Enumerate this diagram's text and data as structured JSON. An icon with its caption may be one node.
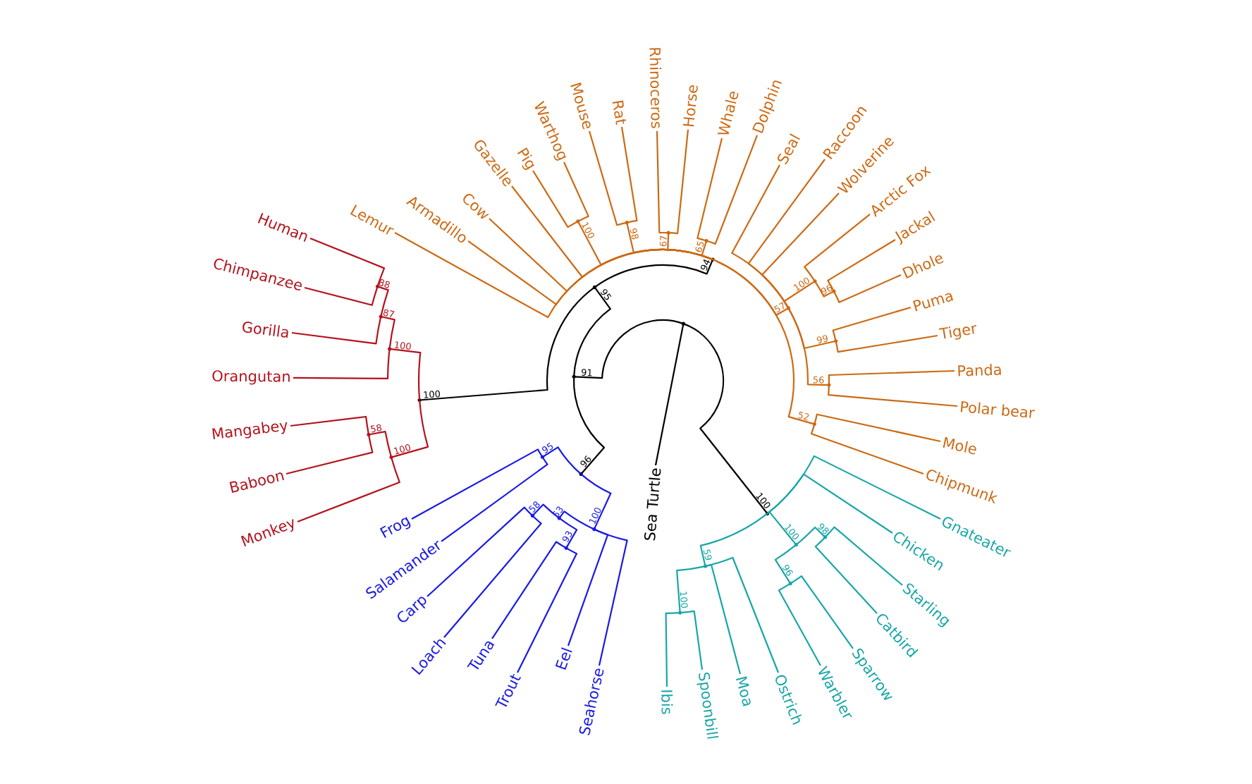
{
  "diagram": {
    "nodes": [
      {
        "text": [
          "Human"
        ]
      },
      {
        "text": [
          "Chimpanzee"
        ]
      },
      {
        "text": [
          "Gorilla"
        ]
      },
      {
        "text": [
          "Orangutan"
        ]
      },
      {
        "text": [
          "Mangabey"
        ]
      },
      {
        "text": [
          "Baboon"
        ]
      },
      {
        "text": [
          "Monkey"
        ]
      },
      {
        "text": [
          "Lemur"
        ]
      },
      {
        "text": [
          "Armadillo"
        ]
      },
      {
        "text": [
          "Cow"
        ]
      },
      {
        "text": [
          "Gazelle"
        ]
      },
      {
        "text": [
          "Pig"
        ]
      },
      {
        "text": [
          "Warthog"
        ]
      },
      {
        "text": [
          "Mouse"
        ]
      },
      {
        "text": [
          "Rat"
        ]
      },
      {
        "text": [
          "Rhinoceros"
        ]
      },
      {
        "text": [
          "Horse"
        ]
      },
      {
        "text": [
          "Whale"
        ]
      },
      {
        "text": [
          "Dolphin"
        ]
      },
      {
        "text": [
          "Seal"
        ]
      },
      {
        "text": [
          "Raccoon"
        ]
      },
      {
        "text": [
          "Wolverine"
        ]
      },
      {
        "text": [
          "Arctic Fox"
        ]
      },
      {
        "text": [
          "Jackal"
        ]
      },
      {
        "text": [
          "Dhole"
        ]
      },
      {
        "text": [
          "Puma"
        ]
      },
      {
        "text": [
          "Tiger"
        ]
      },
      {
        "text": [
          "Panda"
        ]
      },
      {
        "text": [
          "Polar bear"
        ]
      },
      {
        "text": [
          "Mole"
        ]
      },
      {
        "text": [
          "Chipmunk"
        ]
      },
      {
        "text": [
          "Gnateater"
        ]
      },
      {
        "text": [
          "Chicken"
        ]
      },
      {
        "text": [
          "Starling"
        ]
      },
      {
        "text": [
          "Catbird"
        ]
      },
      {
        "text": [
          "Sparrow"
        ]
      },
      {
        "text": [
          "Warbler"
        ]
      },
      {
        "text": [
          "Ostrich"
        ]
      },
      {
        "text": [
          "Moa"
        ]
      },
      {
        "text": [
          "Spoonbill"
        ]
      },
      {
        "text": [
          "Ibis"
        ]
      },
      {
        "text": [
          "Sea Turtle"
        ]
      },
      {
        "text": [
          "Frog"
        ]
      },
      {
        "text": [
          "Salamander"
        ]
      },
      {
        "text": [
          "Carp"
        ]
      },
      {
        "text": [
          "Loach"
        ]
      },
      {
        "text": [
          "Tuna"
        ]
      },
      {
        "text": [
          "Trout"
        ]
      },
      {
        "text": [
          "Eel"
        ]
      },
      {
        "text": [
          "Seahorse"
        ]
      },
      {
        "text": [],
        "shape": "point"
      },
      {
        "text": [],
        "shape": "point",
        "beside": [
          "91"
        ]
      },
      {
        "text": [],
        "shape": "point",
        "beside": [
          "95"
        ]
      },
      {
        "text": [],
        "shape": "point",
        "beside": [
          "100"
        ]
      },
      {
        "text": [],
        "shape": "point",
        "beside": [
          "100"
        ]
      },
      {
        "text": [],
        "shape": "point",
        "beside": [
          "87"
        ]
      },
      {
        "text": [],
        "shape": "point",
        "beside": [
          "88"
        ]
      },
      {
        "text": [],
        "shape": "point",
        "beside": [
          "100"
        ]
      },
      {
        "text": [],
        "shape": "point",
        "beside": [
          "58"
        ]
      },
      {
        "text": [],
        "shape": "point",
        "beside": [
          "94"
        ]
      },
      {
        "text": [],
        "shape": "point",
        "beside": [
          "100"
        ]
      },
      {
        "text": [],
        "shape": "point",
        "beside": [
          "98"
        ]
      },
      {
        "text": [],
        "shape": "point",
        "beside": [
          "67"
        ]
      },
      {
        "text": [],
        "shape": "point",
        "beside": [
          "65"
        ]
      },
      {
        "text": [],
        "shape": "point",
        "beside": [
          "57"
        ]
      },
      {
        "text": [],
        "shape": "point",
        "beside": [
          "100"
        ]
      },
      {
        "text": [],
        "shape": "point",
        "beside": [
          "96"
        ]
      },
      {
        "text": [],
        "shape": "point",
        "beside": [
          "99"
        ]
      },
      {
        "text": [],
        "shape": "point",
        "beside": [
          "56"
        ]
      },
      {
        "text": [],
        "shape": "point",
        "beside": [
          "52"
        ]
      },
      {
        "text": [],
        "shape": "point",
        "beside": [
          "96"
        ]
      },
      {
        "text": [],
        "shape": "point",
        "beside": [
          "95"
        ]
      },
      {
        "text": [],
        "shape": "point",
        "beside": [
          "100"
        ]
      },
      {
        "text": [],
        "shape": "point",
        "beside": [
          "53"
        ]
      },
      {
        "text": [],
        "shape": "point",
        "beside": [
          "58"
        ]
      },
      {
        "text": [],
        "shape": "point",
        "beside": [
          "93"
        ]
      },
      {
        "text": [],
        "shape": "point",
        "beside": [
          "100"
        ]
      },
      {
        "text": [],
        "shape": "point",
        "beside": [
          "100"
        ]
      },
      {
        "text": [],
        "shape": "point",
        "beside": [
          "96"
        ]
      },
      {
        "text": [],
        "shape": "point",
        "beside": [
          "98"
        ]
      },
      {
        "text": [],
        "shape": "point",
        "beside": [
          "59"
        ]
      },
      {
        "text": [],
        "shape": "point",
        "beside": [
          "100"
        ]
      }
    ],
    "edges": [
      {
        "from": 50,
        "to": 51,
        "arrow": "none",
        "color": "#000000"
      },
      {
        "from": 50,
        "to": 41,
        "arrow": "none",
        "color": "#000000"
      },
      {
        "from": 50,
        "to": 76,
        "arrow": "none",
        "color": "#000000"
      },
      {
        "from": 51,
        "to": 52,
        "arrow": "none",
        "color": "#000000"
      },
      {
        "from": 51,
        "to": 70,
        "arrow": "none",
        "color": "#000000"
      },
      {
        "from": 52,
        "to": 53,
        "arrow": "none",
        "color": "#000000"
      },
      {
        "from": 52,
        "to": 59,
        "arrow": "none",
        "color": "#000000"
      },
      {
        "from": 53,
        "to": 54,
        "arrow": "none",
        "color": "#b3131d"
      },
      {
        "from": 53,
        "to": 57,
        "arrow": "none",
        "color": "#b3131d"
      },
      {
        "from": 54,
        "to": 55,
        "arrow": "none",
        "color": "#b3131d"
      },
      {
        "from": 54,
        "to": 3,
        "arrow": "none",
        "color": "#b3131d"
      },
      {
        "from": 55,
        "to": 56,
        "arrow": "none",
        "color": "#b3131d"
      },
      {
        "from": 55,
        "to": 2,
        "arrow": "none",
        "color": "#b3131d"
      },
      {
        "from": 56,
        "to": 0,
        "arrow": "none",
        "color": "#b3131d"
      },
      {
        "from": 56,
        "to": 1,
        "arrow": "none",
        "color": "#b3131d"
      },
      {
        "from": 57,
        "to": 58,
        "arrow": "none",
        "color": "#b3131d"
      },
      {
        "from": 57,
        "to": 6,
        "arrow": "none",
        "color": "#b3131d"
      },
      {
        "from": 58,
        "to": 4,
        "arrow": "none",
        "color": "#b3131d"
      },
      {
        "from": 58,
        "to": 5,
        "arrow": "none",
        "color": "#b3131d"
      },
      {
        "from": 59,
        "to": 7,
        "arrow": "none"
      },
      {
        "from": 59,
        "to": 8,
        "arrow": "none"
      },
      {
        "from": 59,
        "to": 9,
        "arrow": "none"
      },
      {
        "from": 59,
        "to": 10,
        "arrow": "none"
      },
      {
        "from": 59,
        "to": 60,
        "arrow": "none"
      },
      {
        "from": 59,
        "to": 61,
        "arrow": "none"
      },
      {
        "from": 59,
        "to": 62,
        "arrow": "none"
      },
      {
        "from": 59,
        "to": 63,
        "arrow": "none"
      },
      {
        "from": 59,
        "to": 64,
        "arrow": "none"
      },
      {
        "from": 59,
        "to": 69,
        "arrow": "none"
      },
      {
        "from": 60,
        "to": 11,
        "arrow": "none"
      },
      {
        "from": 60,
        "to": 12,
        "arrow": "none"
      },
      {
        "from": 61,
        "to": 13,
        "arrow": "none"
      },
      {
        "from": 61,
        "to": 14,
        "arrow": "none"
      },
      {
        "from": 62,
        "to": 15,
        "arrow": "none"
      },
      {
        "from": 62,
        "to": 16,
        "arrow": "none"
      },
      {
        "from": 63,
        "to": 17,
        "arrow": "none"
      },
      {
        "from": 63,
        "to": 18,
        "arrow": "none"
      },
      {
        "from": 64,
        "to": 19,
        "arrow": "none"
      },
      {
        "from": 64,
        "to": 20,
        "arrow": "none"
      },
      {
        "from": 64,
        "to": 21,
        "arrow": "none"
      },
      {
        "from": 64,
        "to": 65,
        "arrow": "none"
      },
      {
        "from": 64,
        "to": 67,
        "arrow": "none"
      },
      {
        "from": 64,
        "to": 68,
        "arrow": "none"
      },
      {
        "from": 65,
        "to": 22,
        "arrow": "none"
      },
      {
        "from": 65,
        "to": 66,
        "arrow": "none"
      },
      {
        "from": 66,
        "to": 23,
        "arrow": "none"
      },
      {
        "from": 66,
        "to": 24,
        "arrow": "none"
      },
      {
        "from": 67,
        "to": 25,
        "arrow": "none"
      },
      {
        "from": 67,
        "to": 26,
        "arrow": "none"
      },
      {
        "from": 68,
        "to": 27,
        "arrow": "none"
      },
      {
        "from": 68,
        "to": 28,
        "arrow": "none"
      },
      {
        "from": 69,
        "to": 29,
        "arrow": "none"
      },
      {
        "from": 69,
        "to": 30,
        "arrow": "none"
      },
      {
        "from": 70,
        "to": 71,
        "arrow": "none",
        "color": "#1a1ae6"
      },
      {
        "from": 70,
        "to": 72,
        "arrow": "none",
        "color": "#1a1ae6"
      },
      {
        "from": 71,
        "to": 42,
        "arrow": "none",
        "color": "#1a1ae6"
      },
      {
        "from": 71,
        "to": 43,
        "arrow": "none",
        "color": "#1a1ae6"
      },
      {
        "from": 72,
        "to": 73,
        "arrow": "none",
        "color": "#1a1ae6"
      },
      {
        "from": 72,
        "to": 48,
        "arrow": "none",
        "color": "#1a1ae6"
      },
      {
        "from": 72,
        "to": 49,
        "arrow": "none",
        "color": "#1a1ae6"
      },
      {
        "from": 73,
        "to": 74,
        "arrow": "none",
        "color": "#1a1ae6"
      },
      {
        "from": 73,
        "to": 75,
        "arrow": "none",
        "color": "#1a1ae6"
      },
      {
        "from": 74,
        "to": 44,
        "arrow": "none",
        "color": "#1a1ae6"
      },
      {
        "from": 74,
        "to": 45,
        "arrow": "none",
        "color": "#1a1ae6"
      },
      {
        "from": 75,
        "to": 46,
        "arrow": "none",
        "color": "#1a1ae6"
      },
      {
        "from": 75,
        "to": 47,
        "arrow": "none",
        "color": "#1a1ae6"
      },
      {
        "from": 76,
        "to": 80,
        "arrow": "none",
        "color": "#18a6a6"
      },
      {
        "from": 76,
        "to": 77,
        "arrow": "none",
        "color": "#18a6a6"
      },
      {
        "from": 76,
        "to": 32,
        "arrow": "none",
        "color": "#18a6a6"
      },
      {
        "from": 76,
        "to": 31,
        "arrow": "none",
        "color": "#18a6a6"
      },
      {
        "from": 77,
        "to": 78,
        "arrow": "none",
        "color": "#18a6a6"
      },
      {
        "from": 77,
        "to": 79,
        "arrow": "none",
        "color": "#18a6a6"
      },
      {
        "from": 78,
        "to": 36,
        "arrow": "none",
        "color": "#18a6a6"
      },
      {
        "from": 78,
        "to": 35,
        "arrow": "none",
        "color": "#18a6a6"
      },
      {
        "from": 79,
        "to": 34,
        "arrow": "none",
        "color": "#18a6a6"
      },
      {
        "from": 79,
        "to": 33,
        "arrow": "none",
        "color": "#18a6a6"
      },
      {
        "from": 80,
        "to": 81,
        "arrow": "none",
        "color": "#18a6a6"
      },
      {
        "from": 80,
        "to": 38,
        "arrow": "none",
        "color": "#18a6a6"
      },
      {
        "from": 80,
        "to": 37,
        "arrow": "none",
        "color": "#18a6a6"
      },
      {
        "from": 81,
        "to": 40,
        "arrow": "none",
        "color": "#18a6a6"
      },
      {
        "from": 81,
        "to": 39,
        "arrow": "none",
        "color": "#18a6a6"
      }
    ]
  }
}
